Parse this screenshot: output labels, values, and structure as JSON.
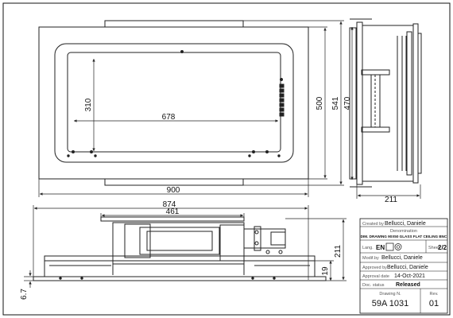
{
  "dimensions": {
    "front_inner_width": "678",
    "front_inner_height": "310",
    "front_outer_height": "500",
    "front_total_height": "541",
    "front_total_width": "900",
    "side_height": "470",
    "side_depth": "211",
    "bottom_total_width": "874",
    "bottom_body_width": "461",
    "bottom_height": "211",
    "bottom_small": "19",
    "bottom_glass": "6.7"
  },
  "title_block": {
    "created_by_label": "Created by",
    "created_by_value": "Bellucci, Daniele",
    "denomination_label": "Denomination",
    "denomination_value": "DIM. DRAWING 90X50 GLASS FLAT CEILING BNC",
    "lang_label": "Lang.",
    "lang_value": "EN",
    "sheet_label": "Sheet",
    "sheet_value": "2/2",
    "modified_by_label": "Modif.by",
    "modified_by_value": "Bellucci, Daniele",
    "approved_by_label": "Approved by",
    "approved_by_value": "Bellucci, Daniele",
    "approval_date_label": "Approval date",
    "approval_date_value": "14-Oct-2021",
    "doc_status_label": "Doc. status",
    "doc_status_value": "Released",
    "drawing_no_label": "Drawing N.",
    "drawing_no_value": "59A 1031",
    "rev_label": "Rev.",
    "rev_value": "01"
  },
  "colors": {
    "line": "#222222",
    "frame": "#111111"
  }
}
